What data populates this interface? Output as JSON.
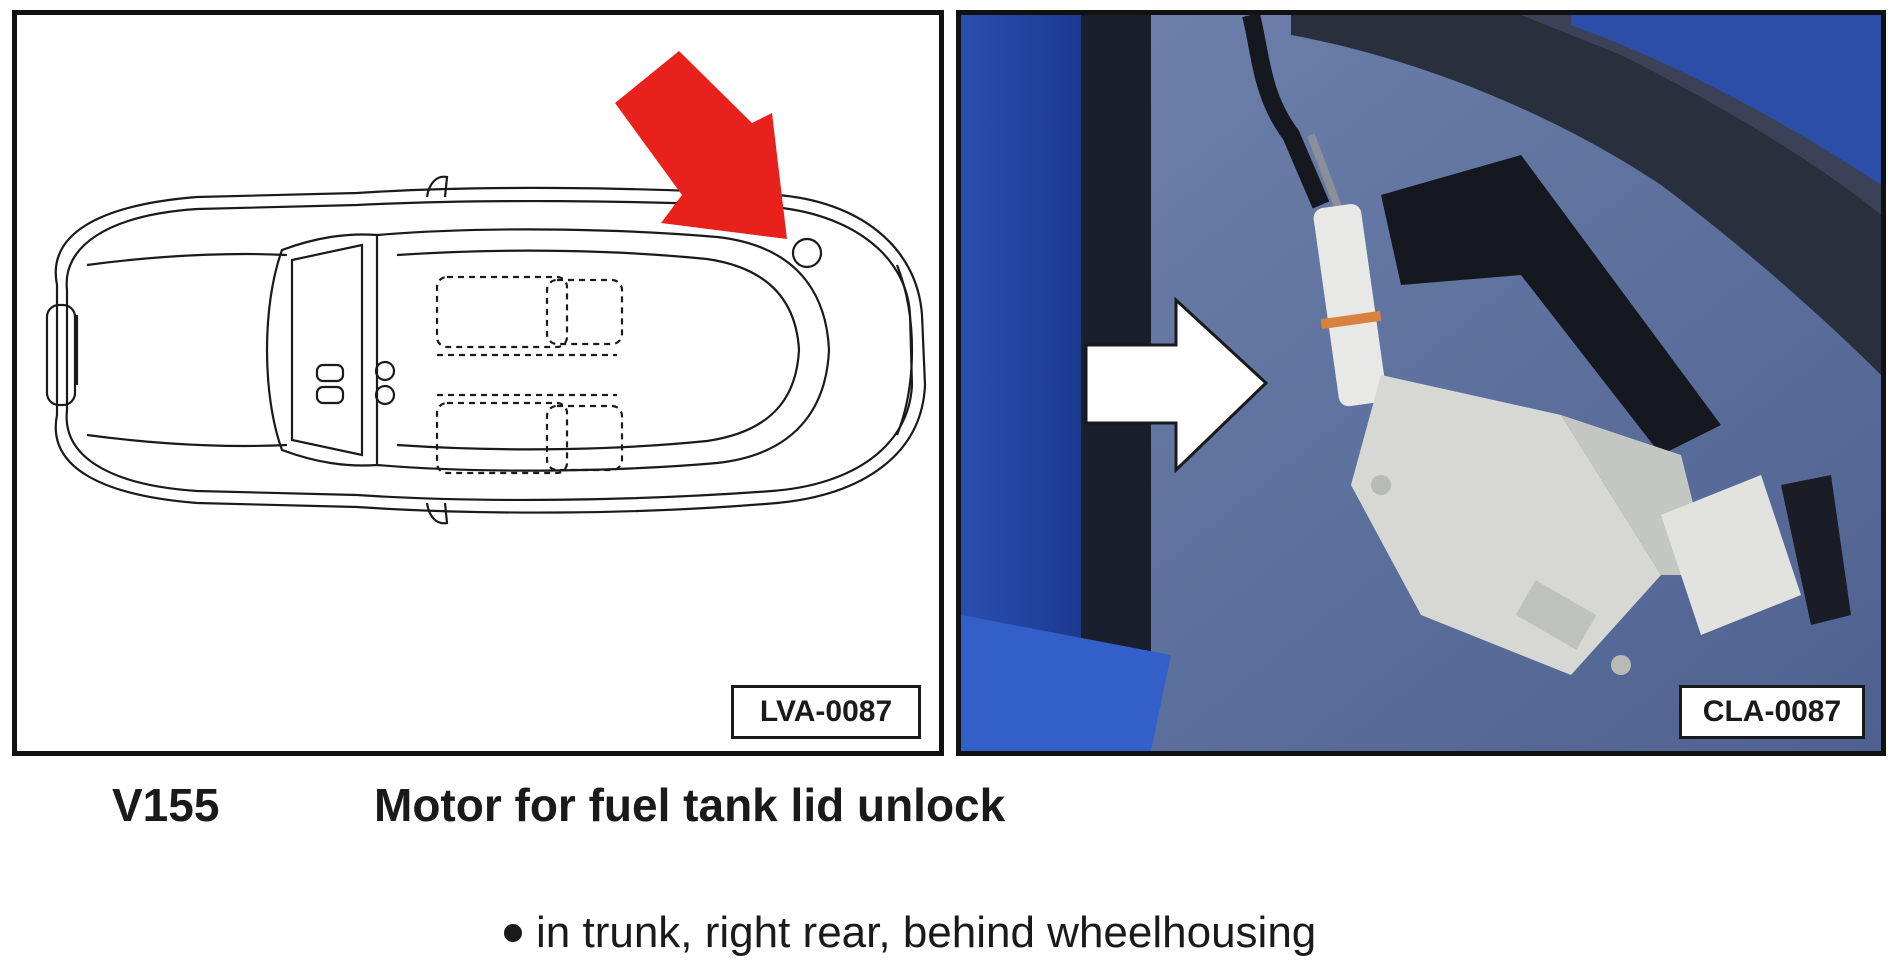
{
  "diagram": {
    "reference": "LVA-0087",
    "arrow_color": "#e8211d",
    "view": "top-view-car-outline"
  },
  "photo": {
    "reference": "CLA-0087",
    "arrow_color": "#ffffff"
  },
  "component": {
    "code": "V155",
    "name": "Motor for fuel tank lid unlock"
  },
  "location": {
    "bullet_text": "in trunk, right rear, behind wheelhousing"
  }
}
